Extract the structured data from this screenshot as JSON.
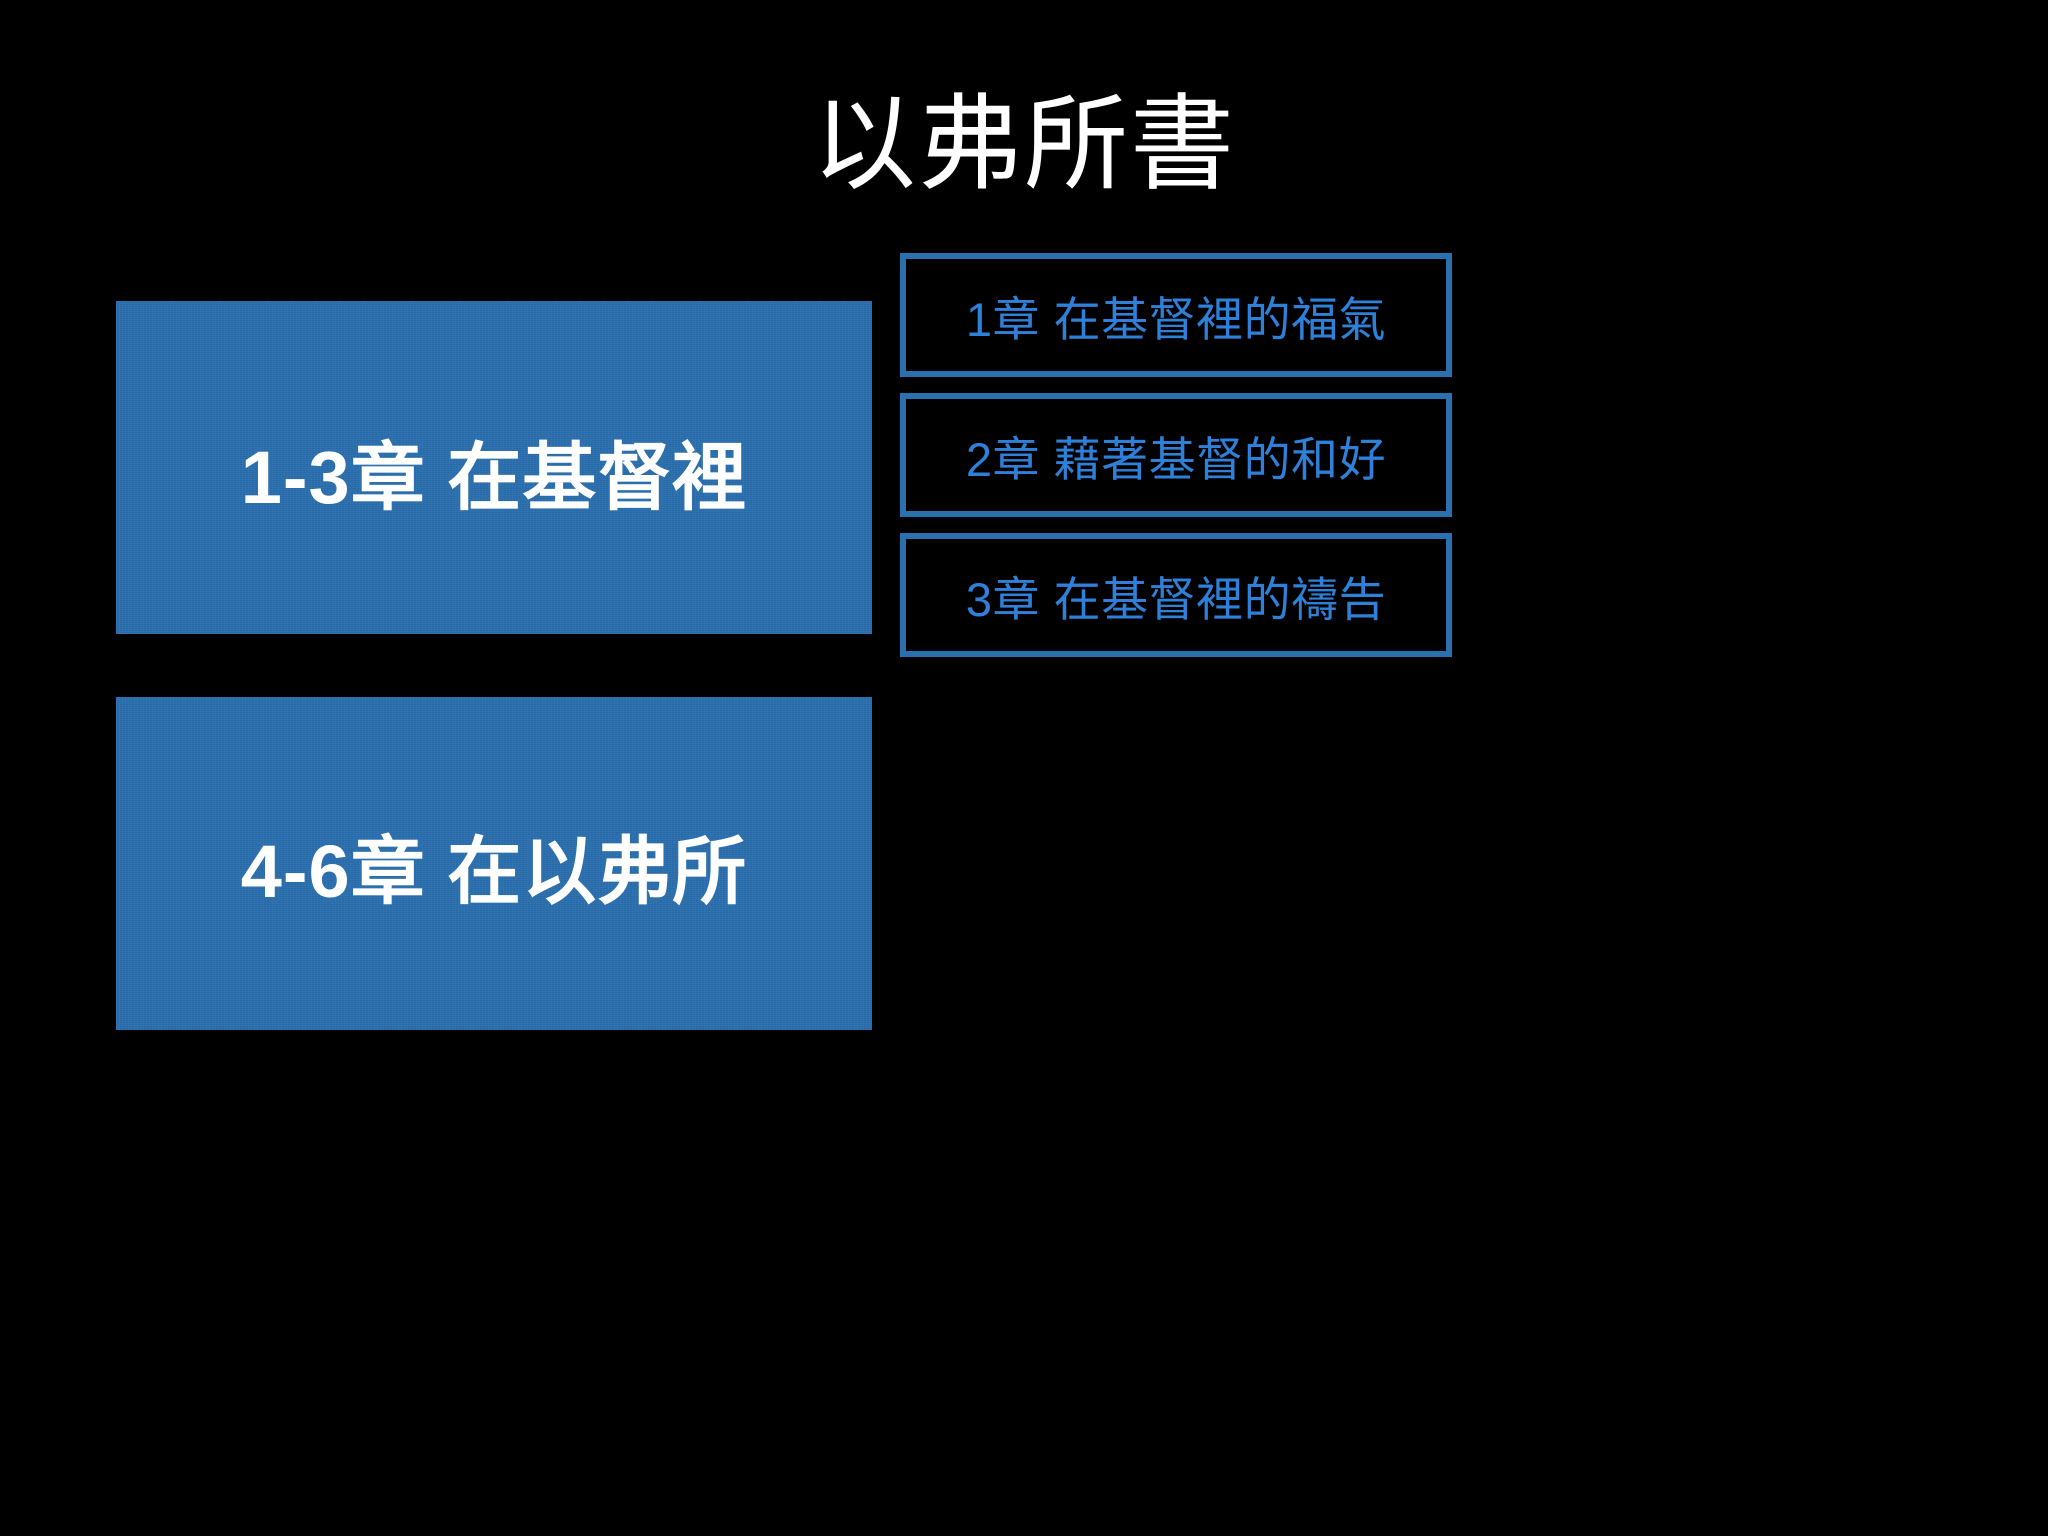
{
  "slide": {
    "title": "以弗所書",
    "background_color": "#000000",
    "accent_color": "#2a6fae",
    "chapter_text_color": "#2f80d8",
    "section_text_color": "#ffffff"
  },
  "sections": [
    {
      "label": "1-3章 在基督裡"
    },
    {
      "label": "4-6章 在以弗所"
    }
  ],
  "chapters": [
    {
      "label": "1章 在基督裡的福氣"
    },
    {
      "label": "2章 藉著基督的和好"
    },
    {
      "label": "3章 在基督裡的禱告"
    }
  ]
}
